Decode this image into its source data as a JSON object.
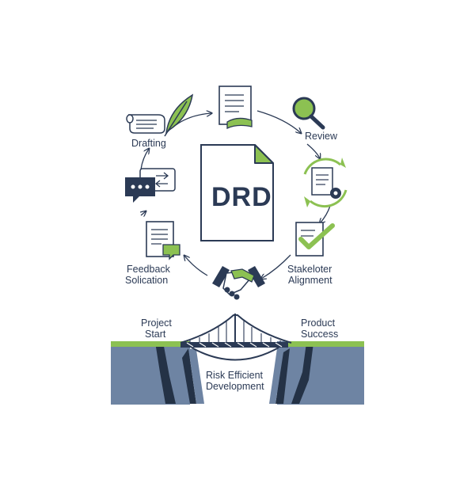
{
  "center": {
    "title": "DRD"
  },
  "cycle": {
    "drafting": "Drafting",
    "review": "Review",
    "feedback_line1": "Feedback",
    "feedback_line2": "Solication",
    "stakeholder_line1": "Stakeloter",
    "stakeholder_line2": "Alignment"
  },
  "bridge": {
    "start_line1": "Project",
    "start_line2": "Start",
    "end_line1": "Product",
    "end_line2": "Success",
    "middle_line1": "Risk Efficient",
    "middle_line2": "Development"
  },
  "colors": {
    "navy": "#2b3a55",
    "green": "#8cc152",
    "cliff": "#6e84a3",
    "cliff_dark": "#243246"
  }
}
